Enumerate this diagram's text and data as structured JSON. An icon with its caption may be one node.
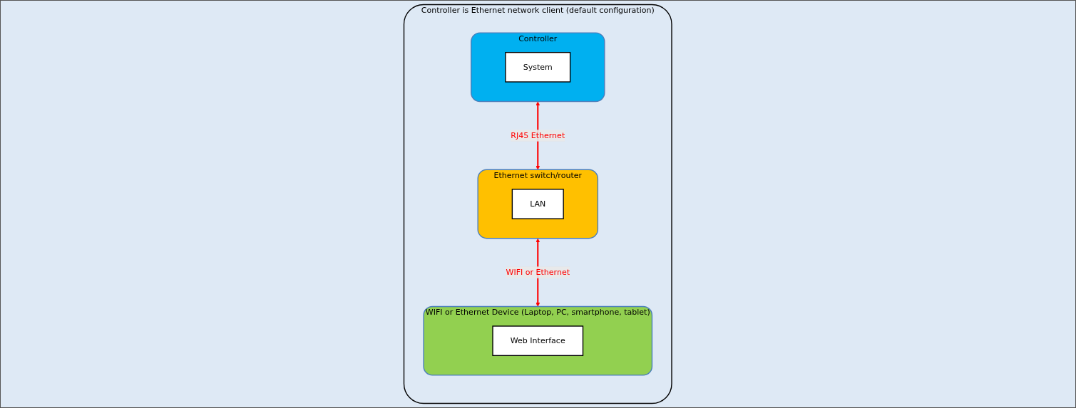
{
  "diagram": {
    "nodes": [
      {
        "text": [
          "Controller is Ethernet network client (default configuration)"
        ]
      },
      {
        "text": [
          "Controller"
        ],
        "in": 0
      },
      {
        "text": [
          "System"
        ],
        "in": 1
      },
      {
        "text": [
          "WIFI or Ethernet Device (Laptop, PC, smartphone, tablet)"
        ],
        "in": 0
      },
      {
        "text": [
          "Web Interface"
        ],
        "in": 3
      },
      {
        "text": [
          "Ethernet switch/router"
        ],
        "in": 0
      },
      {
        "text": [
          "LAN"
        ],
        "in": 5
      }
    ],
    "edges": [
      {
        "from": 1,
        "to": 5,
        "arrow": "both",
        "label": "RJ45 Ethernet",
        "color": "#ff0000"
      },
      {
        "from": 5,
        "to": 3,
        "arrow": "both",
        "label": "WIFI or Ethernet",
        "color": "#ff0000"
      }
    ]
  }
}
